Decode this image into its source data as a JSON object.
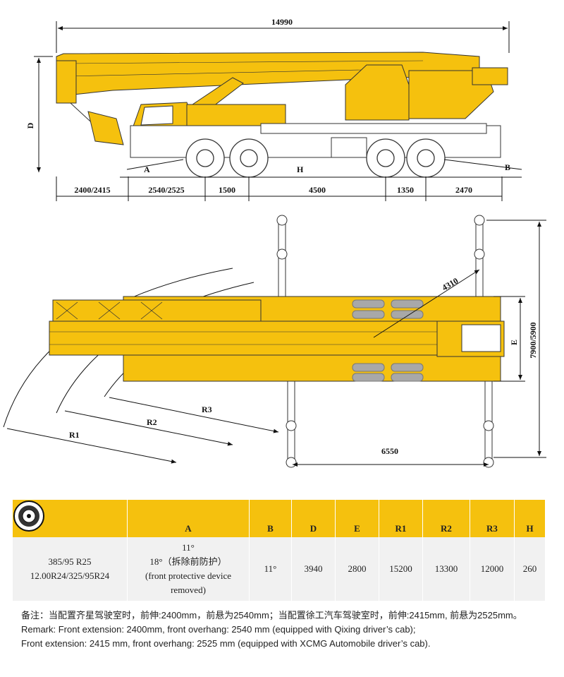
{
  "dimensions": {
    "overall_length": "14990",
    "height_label": "D",
    "bottom": [
      "2400/2415",
      "2540/2525",
      "1500",
      "4500",
      "1350",
      "2470"
    ],
    "angle_a": "A",
    "angle_b": "B",
    "clearance_h": "H"
  },
  "plan": {
    "r1": "R1",
    "r2": "R2",
    "r3": "R3",
    "radius_4310": "4310",
    "width_e": "E",
    "outrigger_span": "7900/5900",
    "outrigger_longitudinal": "6550"
  },
  "table": {
    "headers": [
      "A",
      "B",
      "D",
      "E",
      "R1",
      "R2",
      "R3",
      "H"
    ],
    "tire": [
      "385/95 R25",
      "12.00R24/325/95R24"
    ],
    "a_value": [
      "11°",
      "18°（拆除前防护）",
      "(front protective device",
      "removed)"
    ],
    "values": [
      "11°",
      "3940",
      "2800",
      "15200",
      "13300",
      "12000",
      "260"
    ]
  },
  "notes": {
    "zh": "备注：当配置齐星驾驶室时，前伸:2400mm，前悬为2540mm；当配置徐工汽车驾驶室时，前伸:2415mm, 前悬为2525mm。",
    "en1": "Remark: Front extension: 2400mm, front overhang: 2540 mm (equipped with Qixing driver’s cab);",
    "en2": "Front extension: 2415 mm, front overhang: 2525 mm (equipped with XCMG Automobile driver’s cab)."
  },
  "colors": {
    "crane_yellow": "#f5c10e",
    "table_header": "#f5c10e",
    "table_body": "#f1f1f1"
  }
}
